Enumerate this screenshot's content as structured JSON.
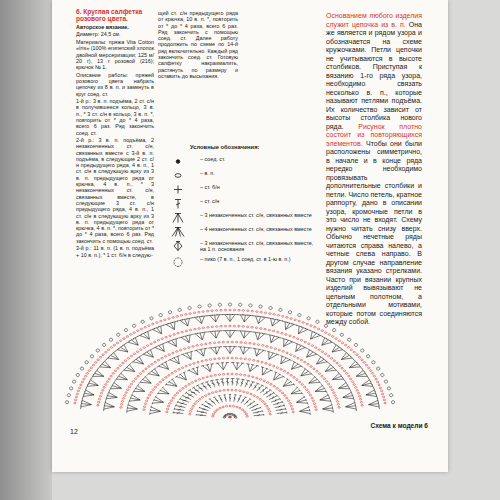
{
  "diagram": {
    "title": "6. Круглая салфетка розового цвета.",
    "caption": "Схема к модели 6",
    "labels": [
      "Авторское вязание.",
      "Диаметр: 24,5 см.",
      "Материалы: пряжа Vita Cotton «Iris» (100% египетский хлопок двойной мерсеризации; 125 м/ 20 г), 13 г розовой (216); крючок № 1.",
      "Описание работы: пряжей розового цвета набрать цепочку из 8 в. п. и замкнуть в круг соед. ст.",
      "1-й р.: 3 в. п. подъёма, 2 ст. с/н в получившееся кольцо, 3 в. п., * 3 ст. с/н в кольцо, 3 в. п. *, повторить от * до * 4 раза, всего 6 раз. Ряд закончить соед. ст.",
      "2-й р.: 3 в. п. подъёма, 2 незаконченных ст. с/н, связанных вместе с 3-й в. п. подъёма, в следующие 2 ст. с/н предыдущего ряда, 4 в. п., 1 ст. с/н в следующую арку из 3 в. п. предыдущего ряда от крючка, 4 в. п., * 3 незаконченных ст. с/н, связанных вместе, в следующие 3 ст. с/н предыдущего ряда, 4 в. п., 1 ст. с/н в следующую арку из 3 в. п. предыдущего ряда от крючка, 4 в. п. *, повторить от * до * 4 раза, всего 6 раз. Ряд закончить с помощью соед. ст.",
      "3-й р.: 11 в. п. (1 в. п. подъёма + 10 в. п.), * 1 ст. б/н в следую-",
      "щий ст. с/н предыдущего ряда от крючка, 10 в. п. *, повторить от * до * 4 раза, всего 6 раз. Ряд закончить с помощью соед. ст. Далее работу продолжить по схеме по 14-й ряд включительно. Каждый ряд закончить соед. ст. Готовую салфетку накрахмалить, растянуть по размеру и оставить до высыхания.",
      "Условные обозначения:",
      "Основанием любого изделия служит цепочка из в. п.",
      "Она же является и рядом узора и обозначается на схеме кружочками. Петли цепочки не учитываются в высоте столбиков. Приступая к вязанию 1-го ряда узора, необходимо связать несколько в. п., которые называют петлями подъёма. Их количество зависит от высоты столбика нового ряда.",
      "Рисунок плотно состоит из повторяющихся элементов.",
      "Чтобы они были расположены симметрично, в начале и в конце ряда нередко необходимо провязывать дополнительные столбики и петли. Число петель, кратное раппорту, дано в описании узора, кромочные петли в это число не входят. Схему нужно читать снизу вверх. Обычно нечетные ряды читаются справа налево, а четные слева направо. В другом случае направление вязания указано стрелками. Часто при вязании крупных изделий вывязывают не цельным полотном, а отдельными мотивами, которые потом соединяются между собой.",
      "12"
    ],
    "legend": [
      {
        "text": "– соед. ст."
      },
      {
        "text": "– в. п."
      },
      {
        "text": "– ст. б/н"
      },
      {
        "text": "– ст. с/н"
      },
      {
        "text": "– 3 незаконченных ст. с/н, связанных вместе"
      },
      {
        "text": "– 4 незаконченных ст. с/н, связанных вместе"
      },
      {
        "text": "– 3 незаконченных ст. с/н, связанных вместе, на 1 п. основания"
      },
      {
        "text": "– пико (7 в. п., 1 соед. ст. в 1-ю в. п.)"
      }
    ]
  }
}
